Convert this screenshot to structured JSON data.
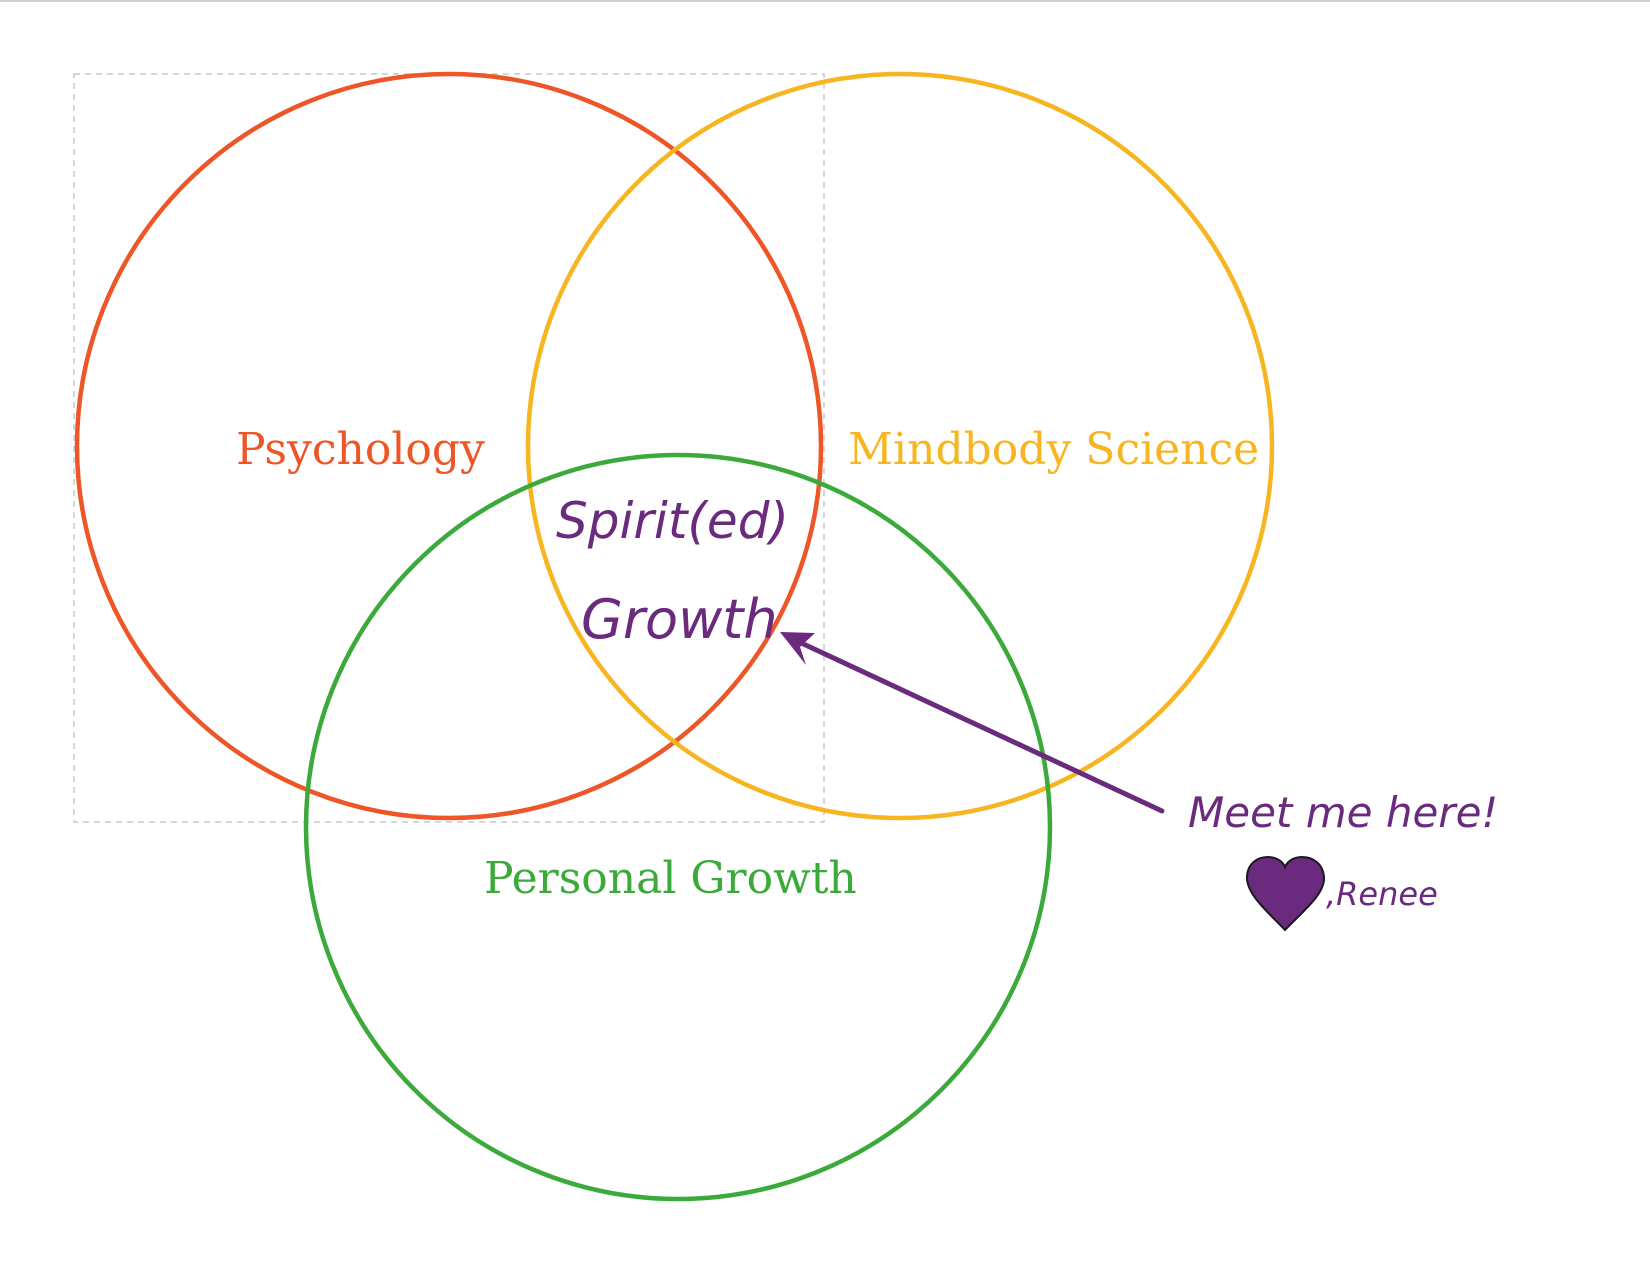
{
  "diagram": {
    "sets": [
      {
        "id": "psychology",
        "label": "Psychology",
        "color": "#EE5527"
      },
      {
        "id": "mindbody",
        "label": "Mindbody Science",
        "color": "#F7B521"
      },
      {
        "id": "personal",
        "label": "Personal Growth",
        "color": "#3BAA3B"
      }
    ],
    "center": {
      "line1": "Spirit(ed)",
      "line2": "Growth",
      "color": "#6A2A7E"
    },
    "callout": {
      "text": "Meet me here!",
      "signature": ",Renee",
      "color": "#6A2A7E"
    }
  }
}
